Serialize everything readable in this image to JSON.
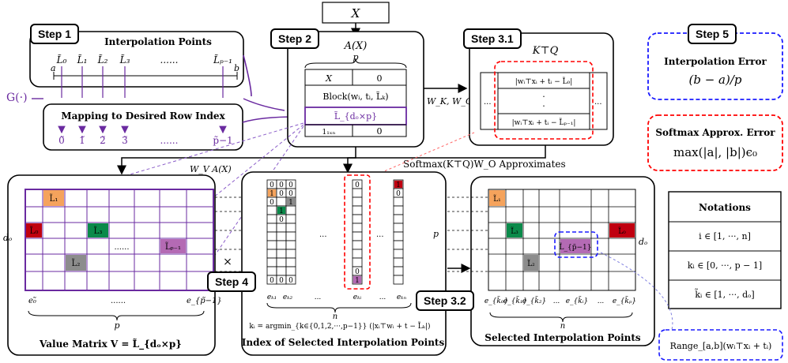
{
  "steps": {
    "s1": "Step 1",
    "s2": "Step 2",
    "s31": "Step 3.1",
    "s32": "Step 3.2",
    "s4": "Step 4",
    "s5": "Step 5"
  },
  "step1": {
    "title": "Interpolation Points",
    "a": "a",
    "b": "b",
    "points": [
      "L̃₀",
      "L̃₁",
      "L̃₂",
      "L̃₃",
      "......",
      "L̃ₚ₋₁"
    ],
    "g": "G(·)",
    "mapping_title": "Mapping to Desired Row Index",
    "indices": [
      "0̃",
      "1̃",
      "2̃",
      "3̃",
      "......",
      "p̃−1"
    ]
  },
  "step2": {
    "title": "A(X)",
    "p": "p",
    "x": "X",
    "zero": "0",
    "block": "Block(wᵢ, tᵢ, L̃ₖ)",
    "lmat": "L̃_{dₒ×p}",
    "ones": "1₁ₓₙ",
    "zero2": "0"
  },
  "arrows": {
    "wkwq": "W_K, W_Q",
    "wva": "W_V A(X)",
    "softmax": "Softmax(K⊤Q)W_O Approximates"
  },
  "step31": {
    "title": "K⊤Q",
    "row1": "|wᵢ⊤xᵢ + tᵢ − L̃₀|",
    "row2": ".",
    "row3": ".",
    "row4": "|wᵢ⊤xᵢ + tᵢ − L̃ₚ₋₁|",
    "dots_l": "...",
    "dots_r": "..."
  },
  "step5": {
    "interp_title": "Interpolation Error",
    "interp_formula": "(b − a)/p",
    "softmax_title": "Softmax Approx. Error",
    "softmax_formula": "max(|a|, |b|)ϵ₀"
  },
  "notations": {
    "title": "Notations",
    "rows": [
      "i ∈ [1, ···, n]",
      "kᵢ ∈ [0, ···, p − 1]",
      "k̃ᵢ ∈ [1, ···, dₒ]"
    ]
  },
  "value_matrix": {
    "title": "Value Matrix  V = L̃_{dₒ×p}",
    "do": "dₒ",
    "p": "p",
    "cells": [
      "L̃₁",
      "L̃₀",
      "L̃₃",
      "......",
      "L̃ₚ₋₁",
      "L̃₂"
    ],
    "e_left": "e₀̃",
    "e_dots": "......",
    "e_right": "e_{p̃−1}",
    "times": "×"
  },
  "index_matrix": {
    "title": "Index of Selected Interpolation Points",
    "n": "n",
    "p": "p",
    "dots": "...",
    "cols": [
      "eₖ₁",
      "eₖ₂",
      "...",
      "eₖᵢ",
      "...",
      "eₖₙ"
    ],
    "ki": "kᵢ = argmin_{k∈{0,1,2,···,p−1}} (|xᵢ⊤wᵢ + t − L̃ₖ|)",
    "one": "1",
    "zero": "0"
  },
  "selected": {
    "title": "Selected Interpolation Points",
    "do": "dₒ",
    "n": "n",
    "cells": [
      "L̃₁",
      "L̃₃",
      "L̃₀",
      "L̃_{p̃−1}",
      "L̃₂"
    ],
    "cols": [
      "e_{k̃₀}",
      "e_{k̃₁}",
      "e_{k̃₂}",
      "...",
      "e_{k̃ᵢ}",
      "...",
      "e_{k̃ₚ}"
    ]
  },
  "range": "Range_[a,b](wᵢ⊤xᵢ + tᵢ)",
  "colors": {
    "purple": "#6a2aa0",
    "red": "#ff0000",
    "blue": "#1a1aff",
    "orange": "#f5a35c",
    "darkred": "#c00010",
    "green": "#0a8a4a",
    "gray": "#8c8c8c",
    "violet": "#b46ab4"
  }
}
